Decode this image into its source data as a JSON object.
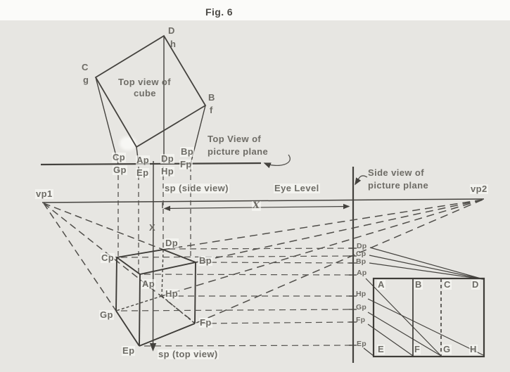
{
  "title": "Fig. 6",
  "top_view": {
    "caption": [
      "Top view of",
      "cube"
    ],
    "corner_labels": {
      "d": "D",
      "h": "h",
      "c": "C",
      "g": "g",
      "b": "B",
      "f": "f"
    },
    "plane_caption": [
      "Top View of",
      "picture plane"
    ],
    "feet": {
      "cp": "Cp",
      "gp": "Gp",
      "ap": "Ap",
      "ep": "Ep",
      "dp": "Dp",
      "hp": "Hp",
      "bp": "Bp",
      "fp": "Fp"
    }
  },
  "horizon": {
    "vp1": "vp1",
    "vp2": "vp2",
    "eye_level": "Eye Level",
    "sp_side": "sp (side view)",
    "x_dimension": "X",
    "x_mark": "X"
  },
  "side_plane": {
    "caption": [
      "Side view of",
      "picture plane"
    ],
    "ticks": [
      "Dp",
      "Cp",
      "Bp",
      "Ap",
      "Hp",
      "Gp",
      "Fp",
      "Ep"
    ]
  },
  "cube": {
    "corners": {
      "dp": "Dp",
      "cp": "Cp",
      "bp": "Bp",
      "ap": "Ap",
      "hp": "Hp",
      "gp": "Gp",
      "fp": "Fp",
      "ep": "Ep"
    },
    "sp_top": "sp (top view)"
  },
  "grid": {
    "top": [
      "A",
      "B",
      "C",
      "D"
    ],
    "bottom": [
      "E",
      "F",
      "G",
      "H"
    ]
  },
  "colors": {
    "line": "#44423e",
    "dashed_line": "#55534f",
    "label": "#6e6c66",
    "background": "#e7e6e2",
    "paper": "#fbfbf9"
  }
}
